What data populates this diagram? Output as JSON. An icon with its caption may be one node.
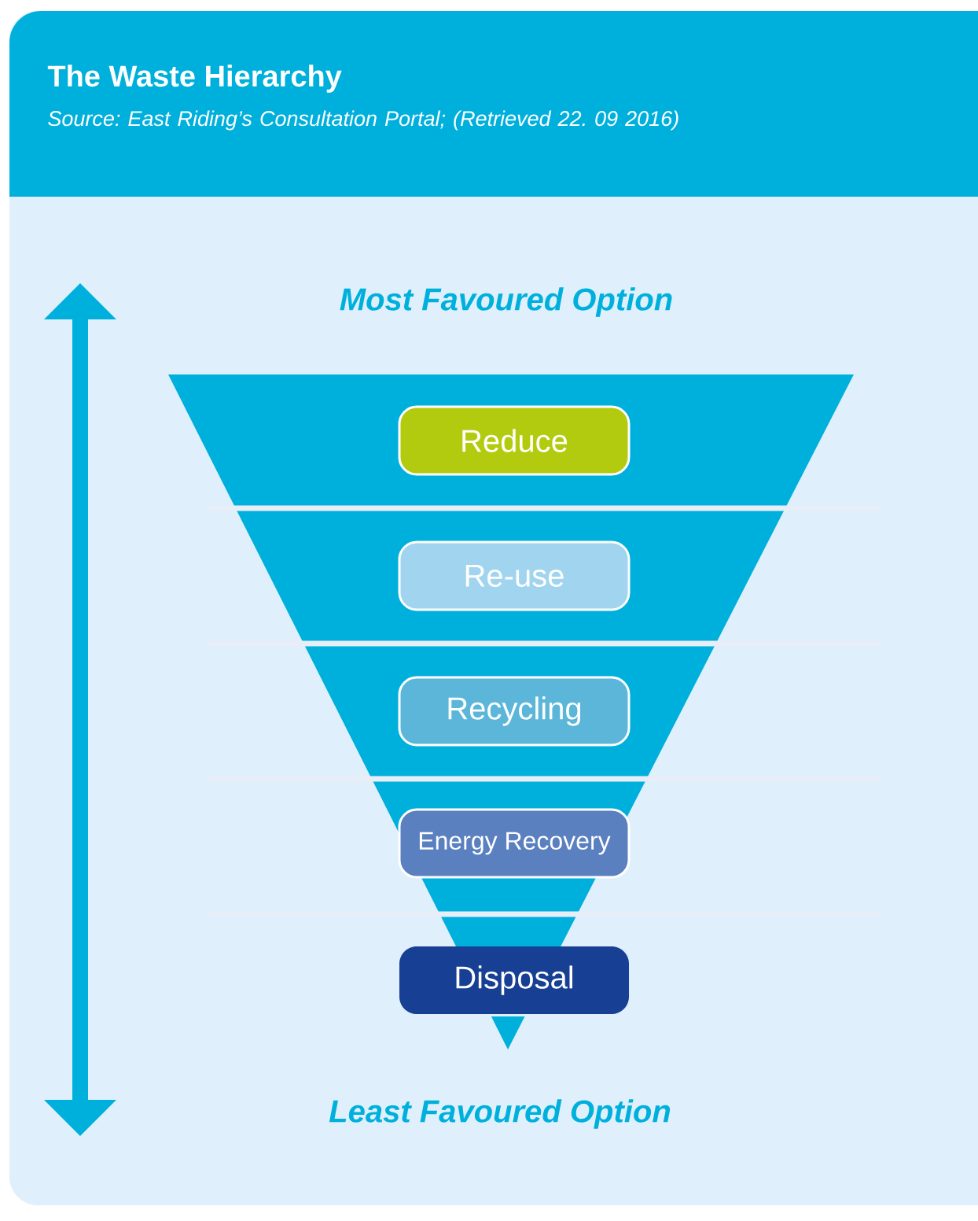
{
  "diagram": {
    "title": "The Waste Hierarchy",
    "caption": "Source: East Riding’s Consultation Portal; (Retrieved 22. 09 2016)",
    "nodes": [
      {
        "text": [
          "Reduce"
        ]
      },
      {
        "text": [
          "Re-use"
        ]
      },
      {
        "text": [
          "Recycling"
        ]
      },
      {
        "text": [
          "Energy Recovery"
        ]
      },
      {
        "text": [
          "Disposal"
        ]
      }
    ],
    "labels": [
      "Most Favoured Option",
      "Least Favoured Option"
    ]
  }
}
